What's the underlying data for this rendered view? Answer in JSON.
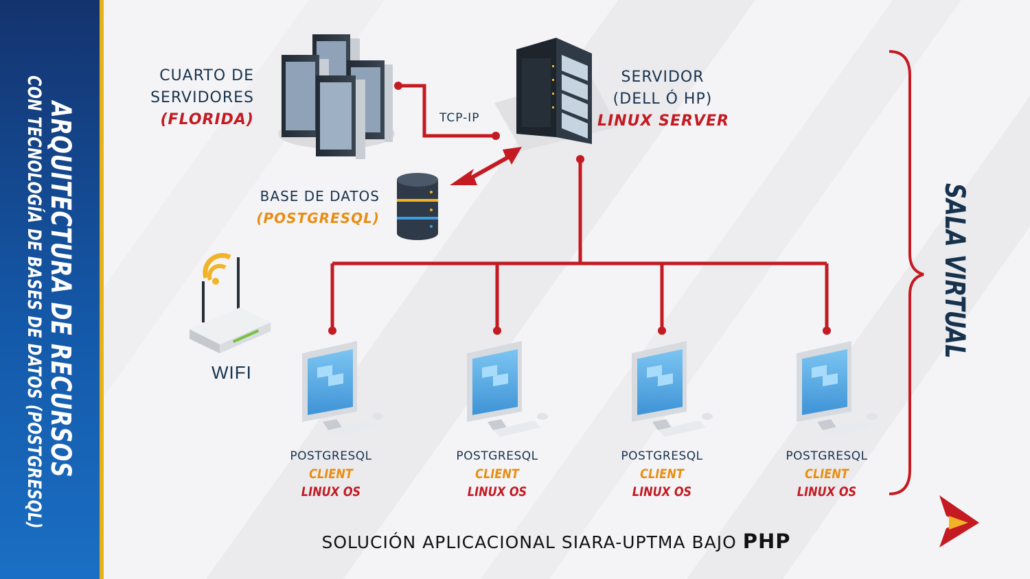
{
  "sidebar": {
    "title": "ARQUITECTURA DE RECURSOS",
    "subtitle": "CON TECNOLOGÍA DE BASES DE DATOS (POSTGRESQL)"
  },
  "server_room": {
    "line1": "CUARTO DE",
    "line2": "SERVIDORES",
    "location": "(FLORIDA)"
  },
  "connection": {
    "label": "TCP-IP"
  },
  "server": {
    "line1": "SERVIDOR",
    "line2": "(DELL Ó HP)",
    "os": "LINUX SERVER"
  },
  "database": {
    "label": "BASE DE DATOS",
    "engine": "(POSTGRESQL)"
  },
  "wifi": {
    "label": "WIFI"
  },
  "clients": [
    {
      "name": "POSTGRESQL",
      "role": "CLIENT",
      "os": "LINUX OS"
    },
    {
      "name": "POSTGRESQL",
      "role": "CLIENT",
      "os": "LINUX OS"
    },
    {
      "name": "POSTGRESQL",
      "role": "CLIENT",
      "os": "LINUX OS"
    },
    {
      "name": "POSTGRESQL",
      "role": "CLIENT",
      "os": "LINUX OS"
    }
  ],
  "group_label": "SALA VIRTUAL",
  "footer": {
    "text": "SOLUCIÓN APLICACIONAL SIARA-UPTMA BAJO",
    "emphasis": "PHP"
  },
  "colors": {
    "accent_red": "#c41a22",
    "accent_orange": "#e98d12",
    "navy": "#17324d",
    "sidebar_blue": "#1458a8",
    "stripe_gold": "#e5b21c"
  }
}
